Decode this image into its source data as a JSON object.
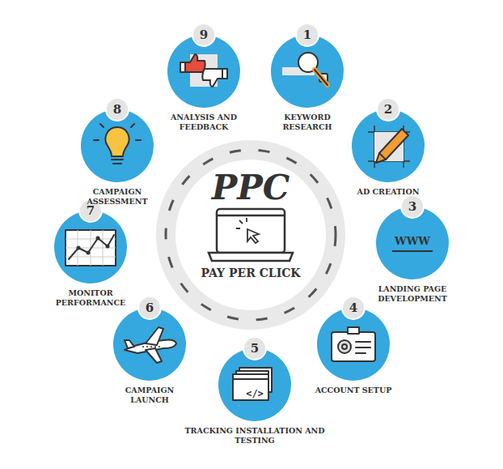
{
  "diagram": {
    "title": "PPC",
    "nodes": [
      {
        "text": [
          "1",
          "KEYWORD RESEARCH"
        ]
      },
      {
        "text": [
          "2",
          "AD CREATION"
        ]
      },
      {
        "text": [
          "3",
          "LANDING PAGE DEVELOPMENT"
        ]
      },
      {
        "text": [
          "4",
          "ACCOUNT SETUP"
        ]
      },
      {
        "text": [
          "5",
          "TRACKING INSTALLATION AND TESTING"
        ]
      },
      {
        "text": [
          "6",
          "CAMPAIGN LAUNCH"
        ]
      },
      {
        "text": [
          "7",
          "MONITOR PERFORMANCE"
        ]
      },
      {
        "text": [
          "8",
          "CAMPAIGN ASSESSMENT"
        ]
      },
      {
        "text": [
          "9",
          "ANALYSIS AND FEEDBACK"
        ]
      }
    ],
    "labels": [
      "PAY PER CLICK",
      "WWW",
      "</>"
    ]
  }
}
